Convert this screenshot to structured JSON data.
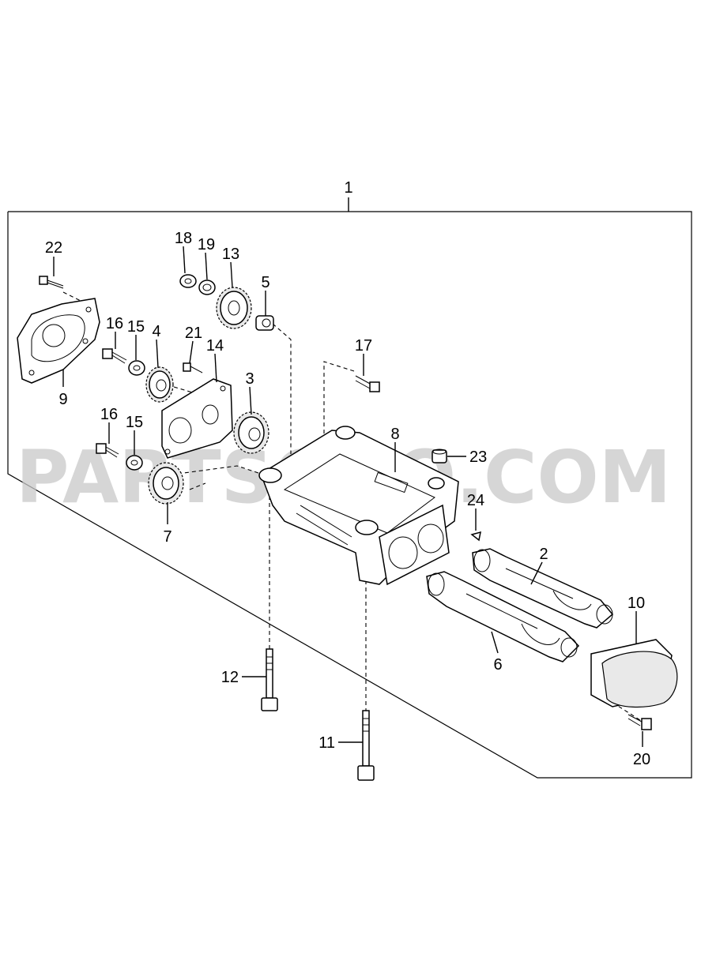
{
  "watermark": "PARTSOUQ.COM",
  "labels": {
    "p1": "1",
    "p2": "2",
    "p3": "3",
    "p4": "4",
    "p5": "5",
    "p6": "6",
    "p7": "7",
    "p8": "8",
    "p9": "9",
    "p10": "10",
    "p11": "11",
    "p12": "12",
    "p13": "13",
    "p14": "14",
    "p15a": "15",
    "p15b": "15",
    "p16a": "16",
    "p16b": "16",
    "p17": "17",
    "p18": "18",
    "p19": "19",
    "p20": "20",
    "p21": "21",
    "p22": "22",
    "p23": "23",
    "p24": "24"
  }
}
